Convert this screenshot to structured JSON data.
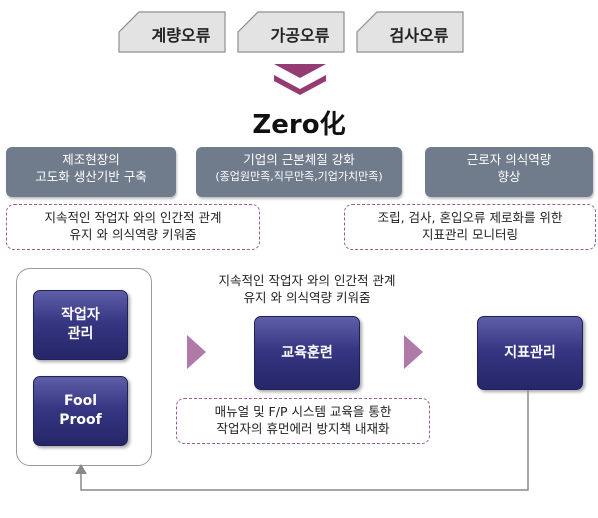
{
  "tabs": [
    "계량오류",
    "가공오류",
    "검사오류"
  ],
  "headline": "Zero化",
  "goals": [
    {
      "line1": "제조현장의",
      "line2": "고도화 생산기반 구축"
    },
    {
      "line1": "기업의 근본체질 강화",
      "line2": "(종업원만족,직무만족,기업가치만족)"
    },
    {
      "line1": "근로자 의식역량",
      "line2": "향상"
    }
  ],
  "left_note": {
    "line1": "지속적인 작업자 와의 인간적 관계",
    "line2": "유지 와  의식역량  키워줌"
  },
  "right_note": {
    "line1": "조립, 검사, 혼입오류 제로화를 위한",
    "line2": "지표관리 모니터링"
  },
  "mid_note": {
    "line1": "지속적인 작업자 와의 인간적 관계",
    "line2": "유지 와  의식역량  키워줌"
  },
  "worker_box": {
    "line1": "작업자",
    "line2": "관리"
  },
  "foolproof_box": {
    "line1": "Fool",
    "line2": "Proof"
  },
  "education_box": "교육훈련",
  "indicator_box": "지표관리",
  "bottom_note": {
    "line1": "매뉴얼 및 F/P 시스템 교육을 통한",
    "line2": "작업자의 휴먼에러 방지책 내재화"
  },
  "colors": {
    "tab_fill": "#e3e3e3",
    "chevron": "#953b74",
    "goal_box": "#707b8c",
    "button": "#363683",
    "dash": "#9a5d92",
    "arrow": "#b07aa8"
  }
}
